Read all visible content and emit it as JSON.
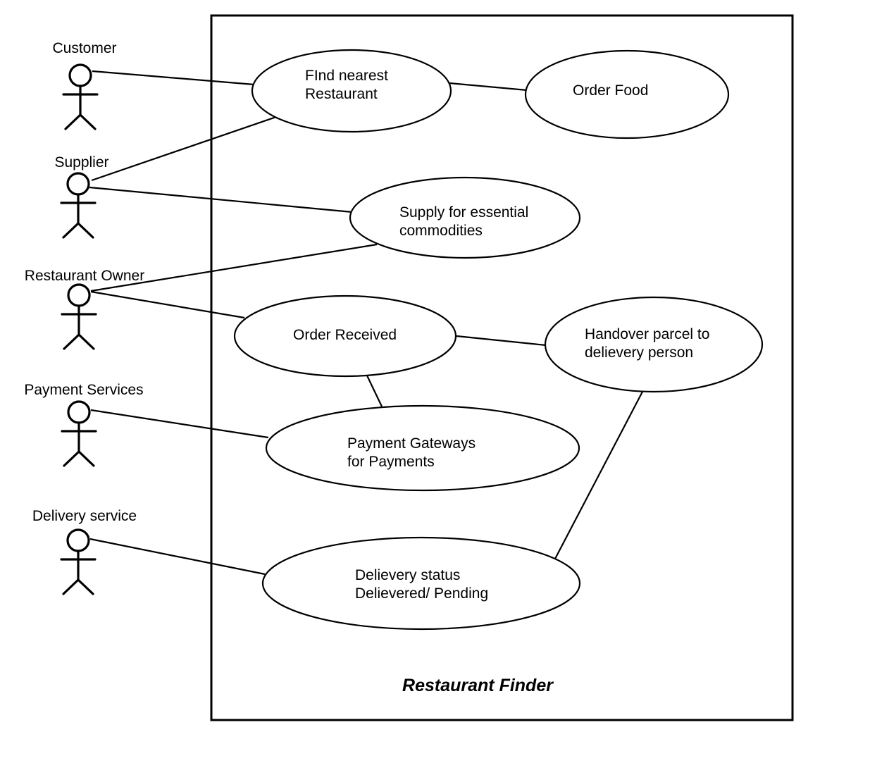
{
  "system": {
    "name": "Restaurant Finder"
  },
  "actors": [
    {
      "id": "customer",
      "name": "Customer"
    },
    {
      "id": "supplier",
      "name": "Supplier"
    },
    {
      "id": "owner",
      "name": "Restaurant Owner"
    },
    {
      "id": "payment",
      "name": "Payment Services"
    },
    {
      "id": "delivery",
      "name": "Delivery service"
    }
  ],
  "use_cases": [
    {
      "id": "find",
      "lines": [
        "FInd nearest",
        "Restaurant"
      ]
    },
    {
      "id": "order_food",
      "lines": [
        "Order Food"
      ]
    },
    {
      "id": "supply",
      "lines": [
        "Supply for essential",
        "commodities"
      ]
    },
    {
      "id": "order_received",
      "lines": [
        "Order Received"
      ]
    },
    {
      "id": "handover",
      "lines": [
        "Handover parcel to",
        "delievery person"
      ]
    },
    {
      "id": "payment_gateways",
      "lines": [
        "Payment Gateways",
        "for Payments"
      ]
    },
    {
      "id": "delivery_status",
      "lines": [
        "Delievery status",
        "Delievered/ Pending"
      ]
    }
  ],
  "associations": [
    {
      "from": "customer",
      "to": "find"
    },
    {
      "from": "supplier",
      "to": "find"
    },
    {
      "from": "supplier",
      "to": "supply"
    },
    {
      "from": "owner",
      "to": "supply"
    },
    {
      "from": "owner",
      "to": "order_received"
    },
    {
      "from": "payment",
      "to": "payment_gateways"
    },
    {
      "from": "delivery",
      "to": "delivery_status"
    },
    {
      "from": "find",
      "to": "order_food"
    },
    {
      "from": "order_received",
      "to": "handover"
    },
    {
      "from": "order_received",
      "to": "payment_gateways"
    },
    {
      "from": "handover",
      "to": "delivery_status"
    }
  ]
}
